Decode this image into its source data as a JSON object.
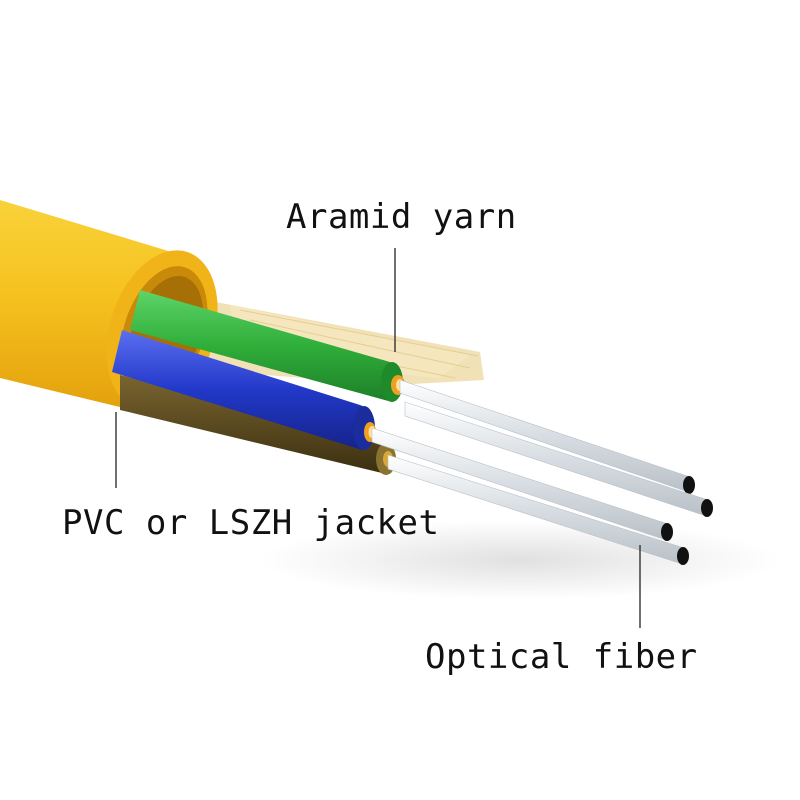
{
  "labels": {
    "aramid_yarn": "Aramid yarn",
    "jacket": "PVC or LSZH jacket",
    "optical_fiber": "Optical fiber"
  },
  "colors": {
    "jacket": "#f4bd1c",
    "jacket_shadow": "#d99a0a",
    "green_buffer": "#2fae3a",
    "blue_buffer": "#2238c8",
    "dark_buffer": "#5a4a1e",
    "aramid": "#efdca9",
    "fiber": "#dfe4e8",
    "leader_line": "#333333"
  },
  "icons": {
    "cable": "fiber-optic-cable-illustration"
  }
}
